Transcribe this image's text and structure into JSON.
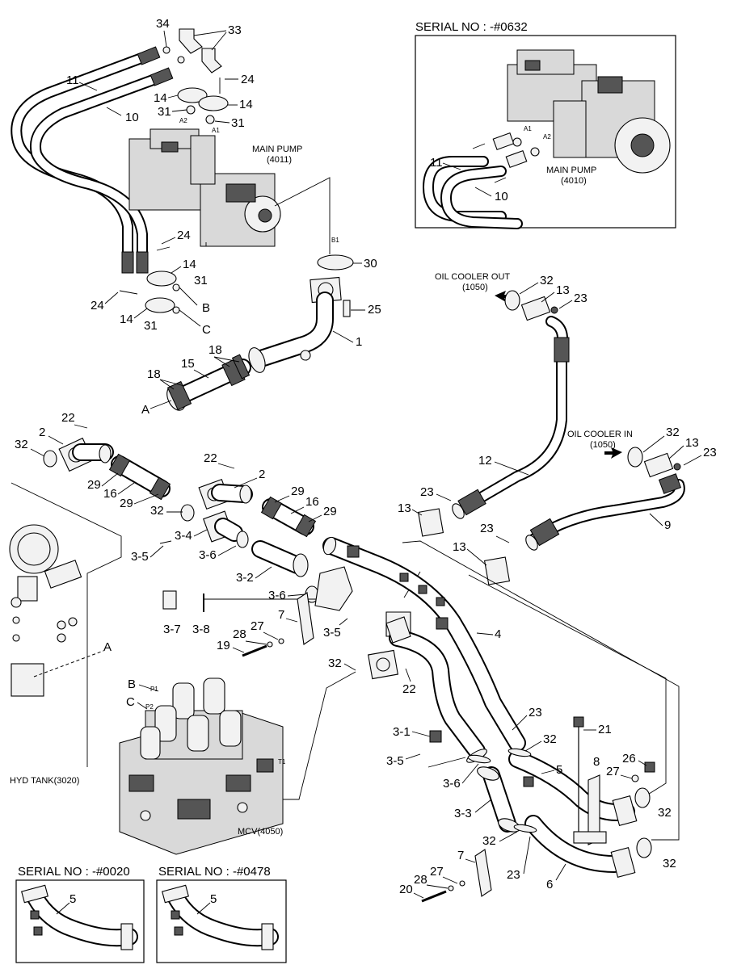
{
  "headers": {
    "serial_top": "SERIAL NO : -#0632",
    "serial_left": "SERIAL NO : -#0020",
    "serial_mid": "SERIAL NO : -#0478"
  },
  "components": {
    "main_pump_a_line1": "MAIN PUMP",
    "main_pump_a_line2": "(4011)",
    "main_pump_b_line1": "MAIN PUMP",
    "main_pump_b_line2": "(4010)",
    "oil_cooler_out_line1": "OIL COOLER OUT",
    "oil_cooler_out_line2": "(1050)",
    "oil_cooler_in_line1": "OIL COOLER IN",
    "oil_cooler_in_line2": "(1050)",
    "hyd_tank": "HYD TANK(3020)",
    "mcv": "MCV(4050)"
  },
  "ports": {
    "a1": "A1",
    "a2": "A2",
    "b1": "B1",
    "p1": "P1",
    "p2": "P2",
    "t1": "T1",
    "a1_inset": "A1",
    "a2_inset": "A2"
  },
  "letters": {
    "a_hose": "A",
    "a_tank": "A",
    "b_pump": "B",
    "c_pump": "C",
    "b_mcv": "B",
    "c_mcv": "C"
  },
  "callouts": {
    "c34": "34",
    "c33": "33",
    "c24a": "24",
    "c11": "11",
    "c14a": "14",
    "c14b": "14",
    "c31a": "31",
    "c31b": "31",
    "c10": "10",
    "c24b": "24",
    "c14c": "14",
    "c31c": "31",
    "c24c": "24",
    "c14d": "14",
    "c31d": "31",
    "c30": "30",
    "c25": "25",
    "c1": "1",
    "c18a": "18",
    "c18b": "18",
    "c15": "15",
    "c11i": "11",
    "c10i": "10",
    "c32a": "32",
    "c13a": "13",
    "c23a": "23",
    "c22a": "22",
    "c2a": "2",
    "c32b": "32",
    "c29a": "29",
    "c16a": "16",
    "c29b": "29",
    "c22b": "22",
    "c2b": "2",
    "c29c": "29",
    "c16b": "16",
    "c29d": "29",
    "c32c": "32",
    "c3_4": "3-4",
    "c3_5a": "3-5",
    "c3_6a": "3-6",
    "c3_2": "3-2",
    "c3_6b": "3-6",
    "c3_7": "3-7",
    "c3_8": "3-8",
    "c7a": "7",
    "c3_5b": "3-5",
    "c27a": "27",
    "c28a": "28",
    "c19": "19",
    "c32d": "32",
    "c13b": "13",
    "c23b": "23",
    "c12": "12",
    "c23c": "23",
    "c13c": "13",
    "c9": "9",
    "c23d": "23",
    "c13d": "13",
    "c4": "4",
    "c32e": "32",
    "c22c": "22",
    "c23e": "23",
    "c21": "21",
    "c3_1": "3-1",
    "c32f": "32",
    "c8": "8",
    "c26": "26",
    "c3_5c": "3-5",
    "c27b": "27",
    "c5a": "5",
    "c3_6c": "3-6",
    "c3_3": "3-3",
    "c32g": "32",
    "c32h": "32",
    "c32i": "32",
    "c7b": "7",
    "c23f": "23",
    "c28b": "28",
    "c27c": "27",
    "c20": "20",
    "c6": "6",
    "c32j": "32",
    "c5b": "5",
    "c5c": "5"
  }
}
